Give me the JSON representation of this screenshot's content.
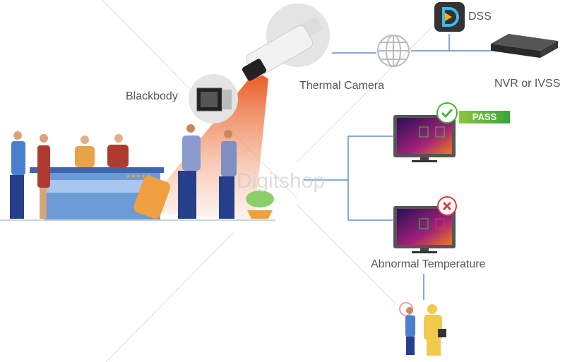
{
  "labels": {
    "blackbody": "Blackbody",
    "thermal_camera": "Thermal Camera",
    "dss": "DSS",
    "nvr": "NVR or IVSS",
    "pass": "PASS",
    "abnormal": "Abnormal Temperature",
    "watermark": "Digitshop"
  },
  "colors": {
    "line": "#5b8fd0",
    "beam": "#e8561c",
    "pass_green": "#4caf3a",
    "fail_red": "#e53935"
  }
}
